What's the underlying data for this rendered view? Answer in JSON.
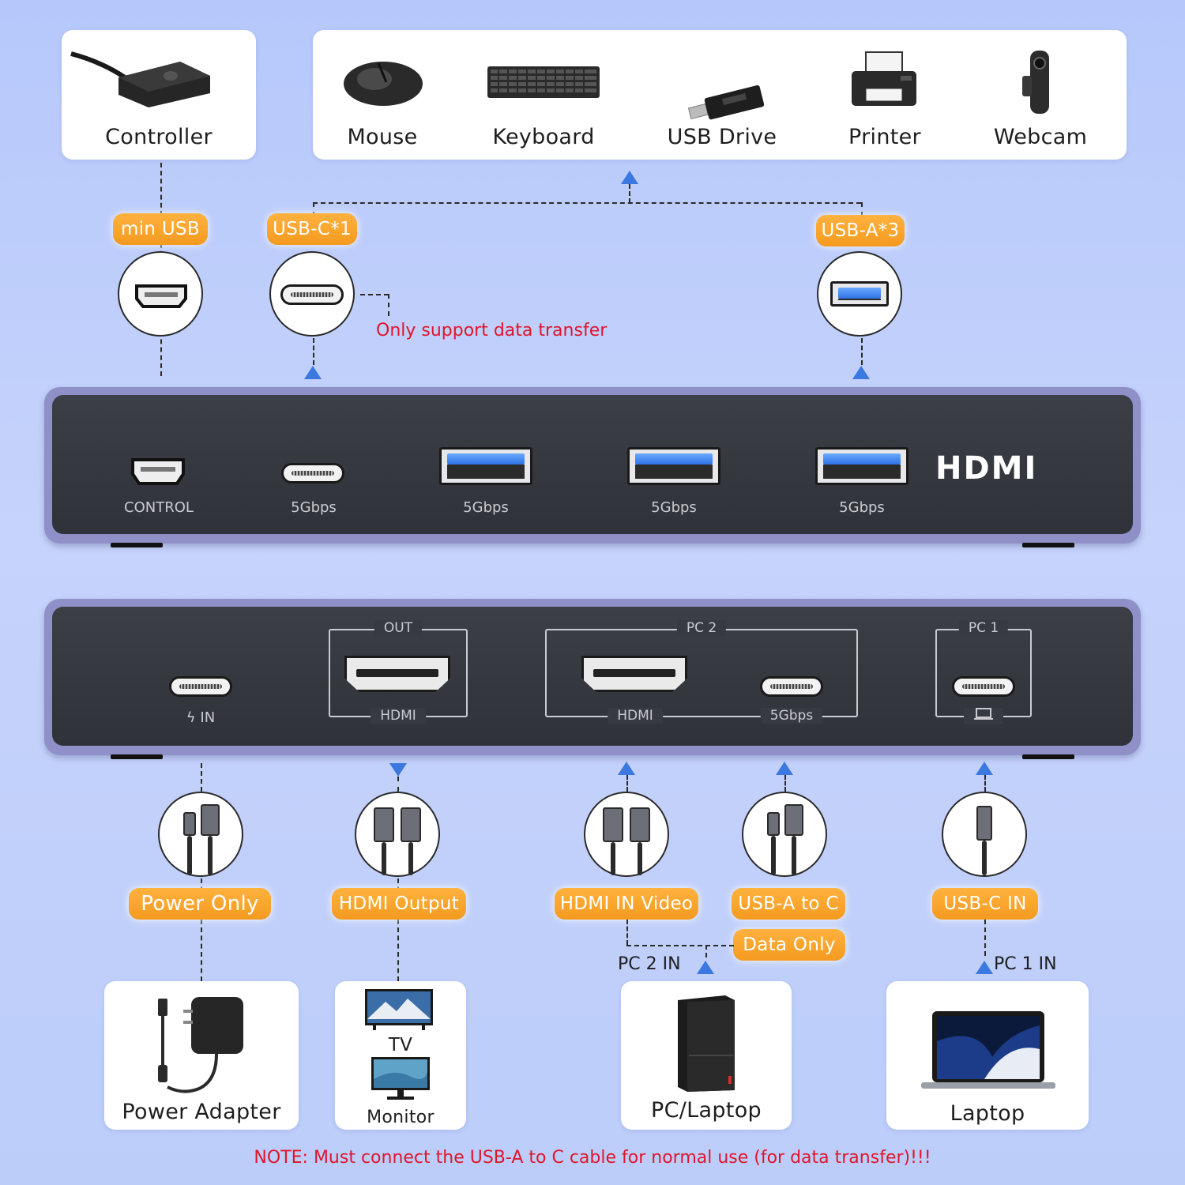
{
  "top_cards": {
    "controller": "Controller",
    "mouse": "Mouse",
    "keyboard": "Keyboard",
    "usb_drive": "USB Drive",
    "printer": "Printer",
    "webcam": "Webcam"
  },
  "top_pills": {
    "min_usb": "min USB",
    "usb_c": "USB-C*1",
    "usb_a": "USB-A*3"
  },
  "top_note": "Only support data transfer",
  "front_panel": {
    "control": "CONTROL",
    "usbc_speed": "5Gbps",
    "usba1_speed": "5Gbps",
    "usba2_speed": "5Gbps",
    "usba3_speed": "5Gbps",
    "hdmi_logo": "HDMI"
  },
  "back_panel": {
    "power_in": "IN",
    "out_title": "OUT",
    "out_hdmi": "HDMI",
    "pc2_title": "PC 2",
    "pc2_hdmi": "HDMI",
    "pc2_speed": "5Gbps",
    "pc1_title": "PC 1"
  },
  "bottom_pills": {
    "power_only": "Power Only",
    "hdmi_output": "HDMI Output",
    "hdmi_in_video": "HDMI IN Video",
    "usba_to_c": "USB-A to C",
    "data_only": "Data Only",
    "usbc_in": "USB-C IN"
  },
  "bottom_labels": {
    "pc2_in": "PC 2 IN",
    "pc1_in": "PC 1 IN"
  },
  "bottom_cards": {
    "power_adapter": "Power Adapter",
    "tv": "TV",
    "monitor": "Monitor",
    "pc_laptop": "PC/Laptop",
    "laptop": "Laptop"
  },
  "footer_note": "NOTE: Must connect the USB-A to C cable for normal use (for data transfer)!!!",
  "colors": {
    "background": "#bccdfa",
    "pill": "#f49a1f",
    "arrow": "#3b78e0",
    "note": "#e0152c",
    "device_shell": "#8f90c8",
    "device_face": "#33363c"
  }
}
